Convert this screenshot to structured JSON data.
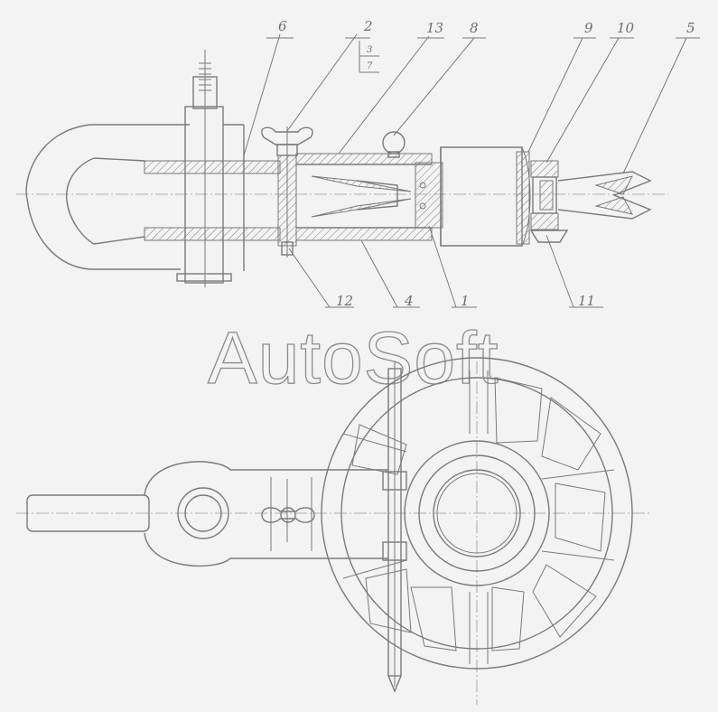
{
  "watermark": "AutoSoft",
  "callouts": [
    {
      "id": "6",
      "label": "6"
    },
    {
      "id": "2",
      "label": "2"
    },
    {
      "id": "13",
      "label": "13"
    },
    {
      "id": "8",
      "label": "8"
    },
    {
      "id": "9",
      "label": "9"
    },
    {
      "id": "10",
      "label": "10"
    },
    {
      "id": "5",
      "label": "5"
    },
    {
      "id": "12",
      "label": "12"
    },
    {
      "id": "4",
      "label": "4"
    },
    {
      "id": "1",
      "label": "1"
    },
    {
      "id": "11",
      "label": "11"
    }
  ],
  "fraction_note": {
    "top": "3",
    "bottom": "7"
  },
  "colors": {
    "line": "#7a7a7a",
    "background": "#f3f3f3"
  }
}
